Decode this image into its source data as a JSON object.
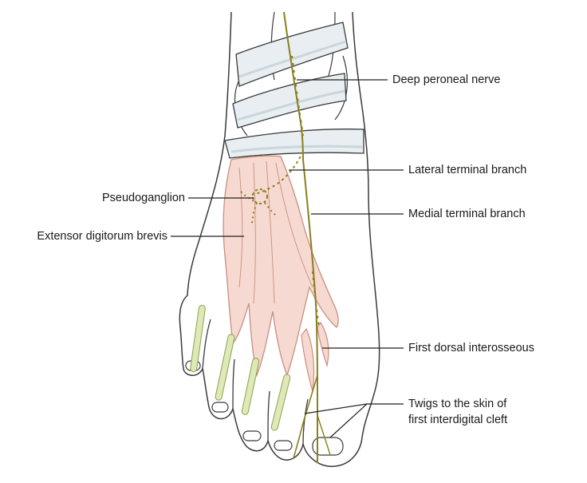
{
  "diagram": {
    "labels": {
      "deep_peroneal_nerve": "Deep peroneal nerve",
      "lateral_terminal_branch": "Lateral terminal branch",
      "medial_terminal_branch": "Medial terminal branch",
      "pseudoganglion": "Pseudoganglion",
      "extensor_digitorum_brevis": "Extensor digitorum brevis",
      "first_dorsal_interosseous": "First dorsal interosseous",
      "twigs_line1": "Twigs to the skin of",
      "twigs_line2": "first interdigital cleft"
    },
    "colors": {
      "outline": "#3a3a3a",
      "skin_fill": "#ffffff",
      "retinaculum_fill": "#e8eef1",
      "retinaculum_shade": "#c9d6dc",
      "muscle_fill": "#f6d9d0",
      "muscle_stroke": "#c98f82",
      "tendon_fill": "#dfe8b8",
      "tendon_stroke": "#8fa04a",
      "nerve": "#8a7f1e",
      "leader": "#222222"
    }
  }
}
